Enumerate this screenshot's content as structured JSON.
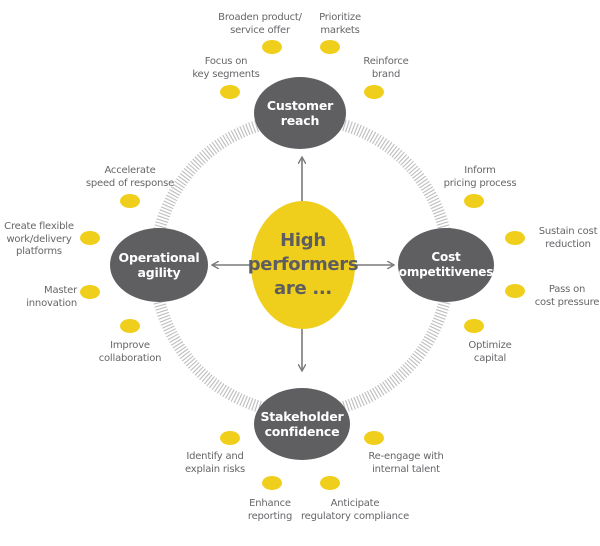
{
  "center": {
    "label": "High\nperformers\nare ..."
  },
  "colors": {
    "accent_yellow": "#f0cf1c",
    "hub_gray": "#5f5f62",
    "text_gray": "#66666a",
    "ring_gray": "#bdbdbd",
    "arrow_gray": "#7a7a7c"
  },
  "hubs": {
    "customer_reach": {
      "label": "Customer\nreach",
      "items": [
        "Broaden product/\nservice offer",
        "Prioritize\nmarkets",
        "Focus on\nkey segments",
        "Reinforce\nbrand"
      ]
    },
    "operational_agility": {
      "label": "Operational\nagility",
      "items": [
        "Accelerate\nspeed of response",
        "Create flexible\nwork/delivery\nplatforms",
        "Master\ninnovation",
        "Improve\ncollaboration"
      ]
    },
    "cost_competitiveness": {
      "label": "Cost\ncompetitiveness",
      "items": [
        "Inform\npricing process",
        "Sustain cost\nreduction",
        "Pass on\ncost pressure",
        "Optimize\ncapital"
      ]
    },
    "stakeholder_confidence": {
      "label": "Stakeholder\nconfidence",
      "items": [
        "Identify and\nexplain risks",
        "Re-engage with\ninternal talent",
        "Enhance\nreporting",
        "Anticipate\nregulatory compliance"
      ]
    }
  }
}
